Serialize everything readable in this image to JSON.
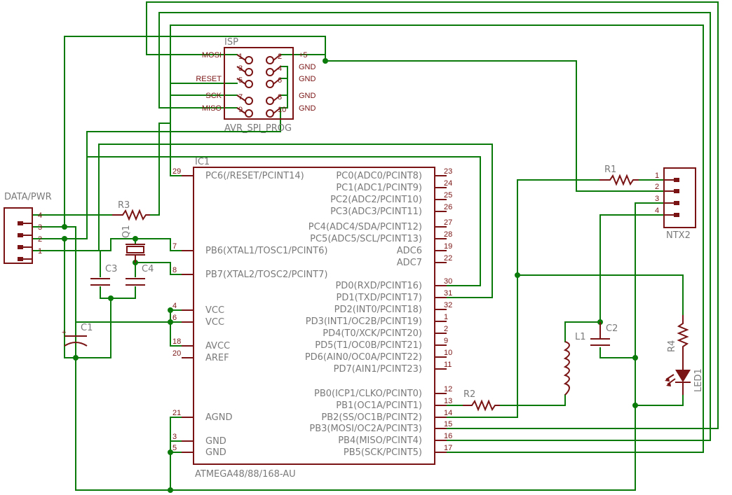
{
  "ic1": {
    "name": "IC1",
    "value": "ATMEGA48/88/168-AU",
    "pins_left": [
      {
        "num": "29",
        "label": "PC6(/RESET/PCINT14)"
      },
      {
        "num": "7",
        "label": "PB6(XTAL1/TOSC1/PCINT6)"
      },
      {
        "num": "8",
        "label": "PB7(XTAL2/TOSC2/PCINT7)"
      },
      {
        "num": "4",
        "label": "VCC"
      },
      {
        "num": "6",
        "label": "VCC"
      },
      {
        "num": "18",
        "label": "AVCC"
      },
      {
        "num": "20",
        "label": "AREF"
      },
      {
        "num": "21",
        "label": "AGND"
      },
      {
        "num": "3",
        "label": "GND"
      },
      {
        "num": "5",
        "label": "GND"
      }
    ],
    "pins_right": [
      {
        "num": "23",
        "label": "PC0(ADC0/PCINT8)"
      },
      {
        "num": "24",
        "label": "PC1(ADC1/PCINT9)"
      },
      {
        "num": "25",
        "label": "PC2(ADC2/PCINT10)"
      },
      {
        "num": "26",
        "label": "PC3(ADC3/PCINT11)"
      },
      {
        "num": "27",
        "label": "PC4(ADC4/SDA/PCINT12)"
      },
      {
        "num": "28",
        "label": "PC5(ADC5/SCL/PCINT13)"
      },
      {
        "num": "19",
        "label": "ADC6"
      },
      {
        "num": "22",
        "label": "ADC7"
      },
      {
        "num": "30",
        "label": "PD0(RXD/PCINT16)"
      },
      {
        "num": "31",
        "label": "PD1(TXD/PCINT17)"
      },
      {
        "num": "32",
        "label": "PD2(INT0/PCINT18)"
      },
      {
        "num": "1",
        "label": "PD3(INT1/OC2B/PCINT19)"
      },
      {
        "num": "2",
        "label": "PD4(T0/XCK/PCINT20)"
      },
      {
        "num": "9",
        "label": "PD5(T1/OC0B/PCINT21)"
      },
      {
        "num": "10",
        "label": "PD6(AIN0/OC0A/PCINT22)"
      },
      {
        "num": "11",
        "label": "PD7(AIN1/PCINT23)"
      },
      {
        "num": "12",
        "label": "PB0(ICP1/CLKO/PCINT0)"
      },
      {
        "num": "13",
        "label": "PB1(OC1A/PCINT1)"
      },
      {
        "num": "14",
        "label": "PB2(SS/OC1B/PCINT2)"
      },
      {
        "num": "15",
        "label": "PB3(MOSI/OC2A/PCINT3)"
      },
      {
        "num": "16",
        "label": "PB4(MISO/PCINT4)"
      },
      {
        "num": "17",
        "label": "PB5(SCK/PCINT5)"
      }
    ]
  },
  "isp": {
    "name": "ISP",
    "value": "AVR_SPI_PROG",
    "left_nets": [
      "MOSI",
      "",
      "RESET",
      "SCK",
      "MISO"
    ],
    "left_nums": [
      "1",
      "3",
      "5",
      "7",
      "9"
    ],
    "right_nums": [
      "2",
      "4",
      "6",
      "8",
      "10"
    ],
    "right_nets": [
      "+5",
      "GND",
      "GND",
      "GND",
      "GND"
    ]
  },
  "data_pwr": {
    "name": "DATA/PWR",
    "pins": [
      "4",
      "3",
      "2",
      "1"
    ]
  },
  "ntx2": {
    "name": "NTX2",
    "pins": [
      "1",
      "2",
      "3",
      "4"
    ]
  },
  "parts": {
    "r1": "R1",
    "r2": "R2",
    "r3": "R3",
    "r4": "R4",
    "c1": "C1",
    "c2": "C2",
    "c3": "C3",
    "c4": "C4",
    "q1": "Q1",
    "l1": "L1",
    "led1": "LED1",
    "c1_plus": "+"
  },
  "colors": {
    "wire": "#0a7a0a",
    "part": "#7a1414",
    "name_text": "#7a7a7a"
  }
}
